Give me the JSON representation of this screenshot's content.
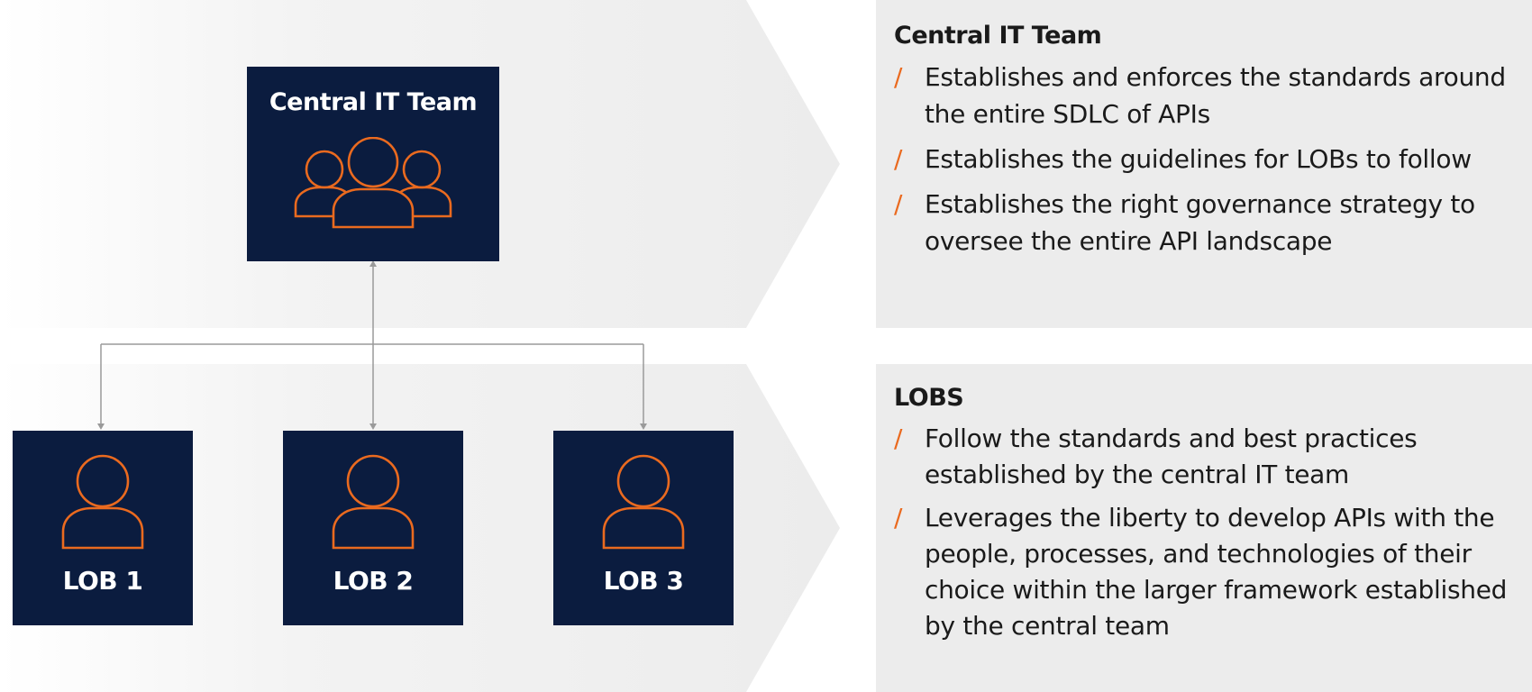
{
  "colors": {
    "navy": "#0b1c3f",
    "accent_orange": "#ea6a1f",
    "panel_gray": "#ececec",
    "connector_gray": "#9a9a9a"
  },
  "diagram": {
    "central_box": {
      "label": "Central IT Team",
      "icon": "team-group-icon"
    },
    "lobs": [
      {
        "label": "LOB 1",
        "icon": "person-icon"
      },
      {
        "label": "LOB 2",
        "icon": "person-icon"
      },
      {
        "label": "LOB 3",
        "icon": "person-icon"
      }
    ]
  },
  "panels": {
    "top": {
      "heading": "Central IT Team",
      "bullets": [
        "Establishes and enforces the standards around the entire SDLC of APIs",
        "Establishes the guidelines for LOBs to follow",
        "Establishes the right governance strategy to oversee the entire API landscape"
      ]
    },
    "bottom": {
      "heading": "LOBS",
      "bullets": [
        "Follow the standards and best practices established by the central IT team",
        "Leverages the liberty to develop APIs with the people, processes, and technologies of their choice within the larger framework established by the central team"
      ]
    }
  },
  "bullet_marker": "/"
}
